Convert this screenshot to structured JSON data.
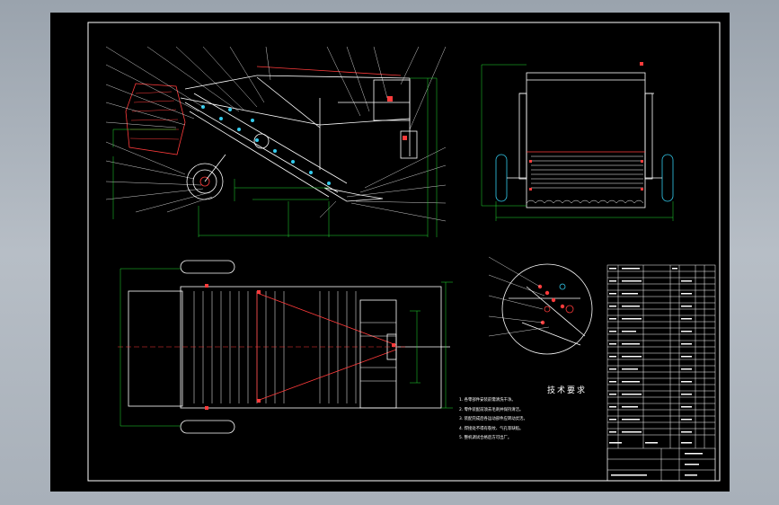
{
  "canvas": {
    "background": "#000000",
    "line_color": "#ffffff",
    "part_color": "#ff3b3b",
    "dimension_color": "#22dd33",
    "wheel_color": "#33ccee",
    "hatch_color": "#3366ff",
    "accent_color": "#ffcc00"
  },
  "technical_requirements": {
    "title": "技术要求",
    "notes": [
      "1. 各零部件安装前需清洗干净。",
      "2. 零件装配前须去毛刺并保持清洁。",
      "3. 装配完成后各运动部件应转动灵活。",
      "4. 焊接处不得有裂纹、气孔等缺陷。",
      "5. 整机调试合格后方可出厂。"
    ]
  },
  "views": [
    "side-view",
    "front-view",
    "top-view",
    "detail-view",
    "title-block"
  ]
}
